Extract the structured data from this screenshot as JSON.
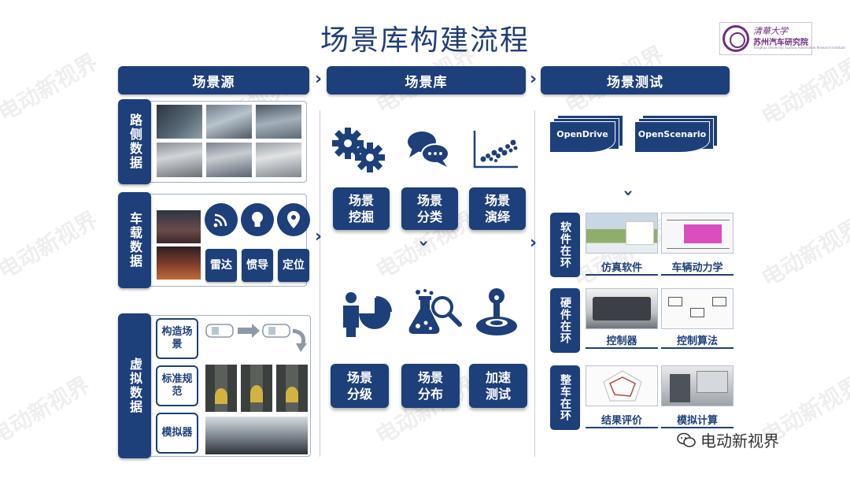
{
  "title": "场景库构建流程",
  "logo": {
    "line1": "清華大学",
    "line2": "苏州汽车研究院",
    "line3": "Tsinghua University Suzhou Automotive Research Institute"
  },
  "headers": {
    "source": "场景源",
    "library": "场景库",
    "testing": "场景测试"
  },
  "source": {
    "roadside": {
      "label": "路侧数据"
    },
    "vehicle": {
      "label": "车载数据",
      "sensors": [
        {
          "icon": "wifi-icon",
          "label": "雷达"
        },
        {
          "icon": "lightbulb-icon",
          "label": "惯导"
        },
        {
          "icon": "location-pin-icon",
          "label": "定位"
        }
      ]
    },
    "virtual": {
      "label": "虚拟数据",
      "items": [
        "构造场景",
        "标准规范",
        "模拟器"
      ]
    }
  },
  "library": {
    "top_items": [
      {
        "icon": "gears-icon",
        "label": "场景挖掘"
      },
      {
        "icon": "chat-bubbles-icon",
        "label": "场景分类"
      },
      {
        "icon": "scatter-chart-icon",
        "label": "场景演绎"
      }
    ],
    "bottom_items": [
      {
        "icon": "person-pie-icon",
        "label": "场景分级"
      },
      {
        "icon": "flask-search-icon",
        "label": "场景分布"
      },
      {
        "icon": "joystick-icon",
        "label": "加速测试"
      }
    ]
  },
  "testing": {
    "formats": [
      "OpenDrive",
      "OpenScenario"
    ],
    "rows": [
      {
        "label": "软件在环",
        "captions": [
          "仿真软件",
          "车辆动力学"
        ]
      },
      {
        "label": "硬件在环",
        "captions": [
          "控制器",
          "控制算法"
        ]
      },
      {
        "label": "整车在环",
        "captions": [
          "结果评价",
          "模拟计算"
        ]
      }
    ]
  },
  "watermark": "电动新视界",
  "footer": "电动新视界",
  "colors": {
    "primary": "#1d3f7a",
    "title": "#1f3d79",
    "logo": "#6d2f7e"
  }
}
